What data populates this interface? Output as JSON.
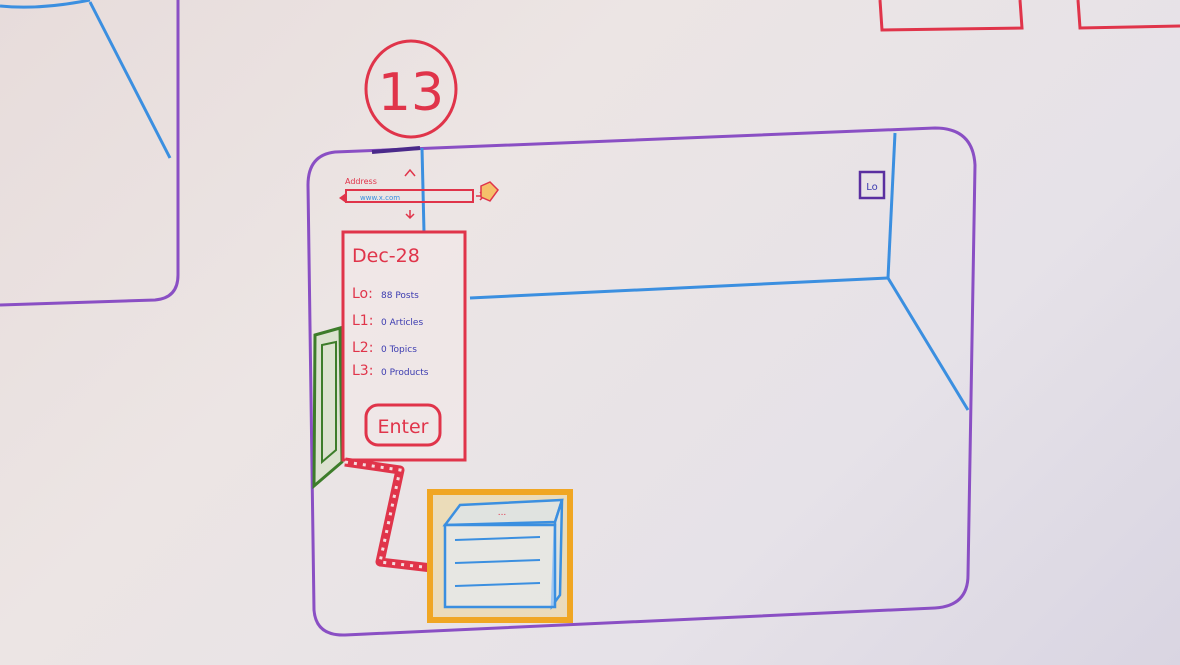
{
  "sketch": {
    "page_number": "13",
    "address_label": "Address",
    "address_value": "www.x.com",
    "level_badge": "Lo",
    "info_card": {
      "date": "Dec-28",
      "levels": [
        {
          "level": "Lo:",
          "text": "88 Posts"
        },
        {
          "level": "L1:",
          "text": "0 Articles"
        },
        {
          "level": "L2:",
          "text": "0 Topics"
        },
        {
          "level": "L3:",
          "text": "0 Products"
        }
      ],
      "enter_label": "Enter"
    },
    "box_label": "..."
  },
  "colors": {
    "purple": "#8a4fc4",
    "blue": "#3b8fe0",
    "red": "#e0344a",
    "green": "#3d7d2a",
    "orange": "#f0a623"
  }
}
